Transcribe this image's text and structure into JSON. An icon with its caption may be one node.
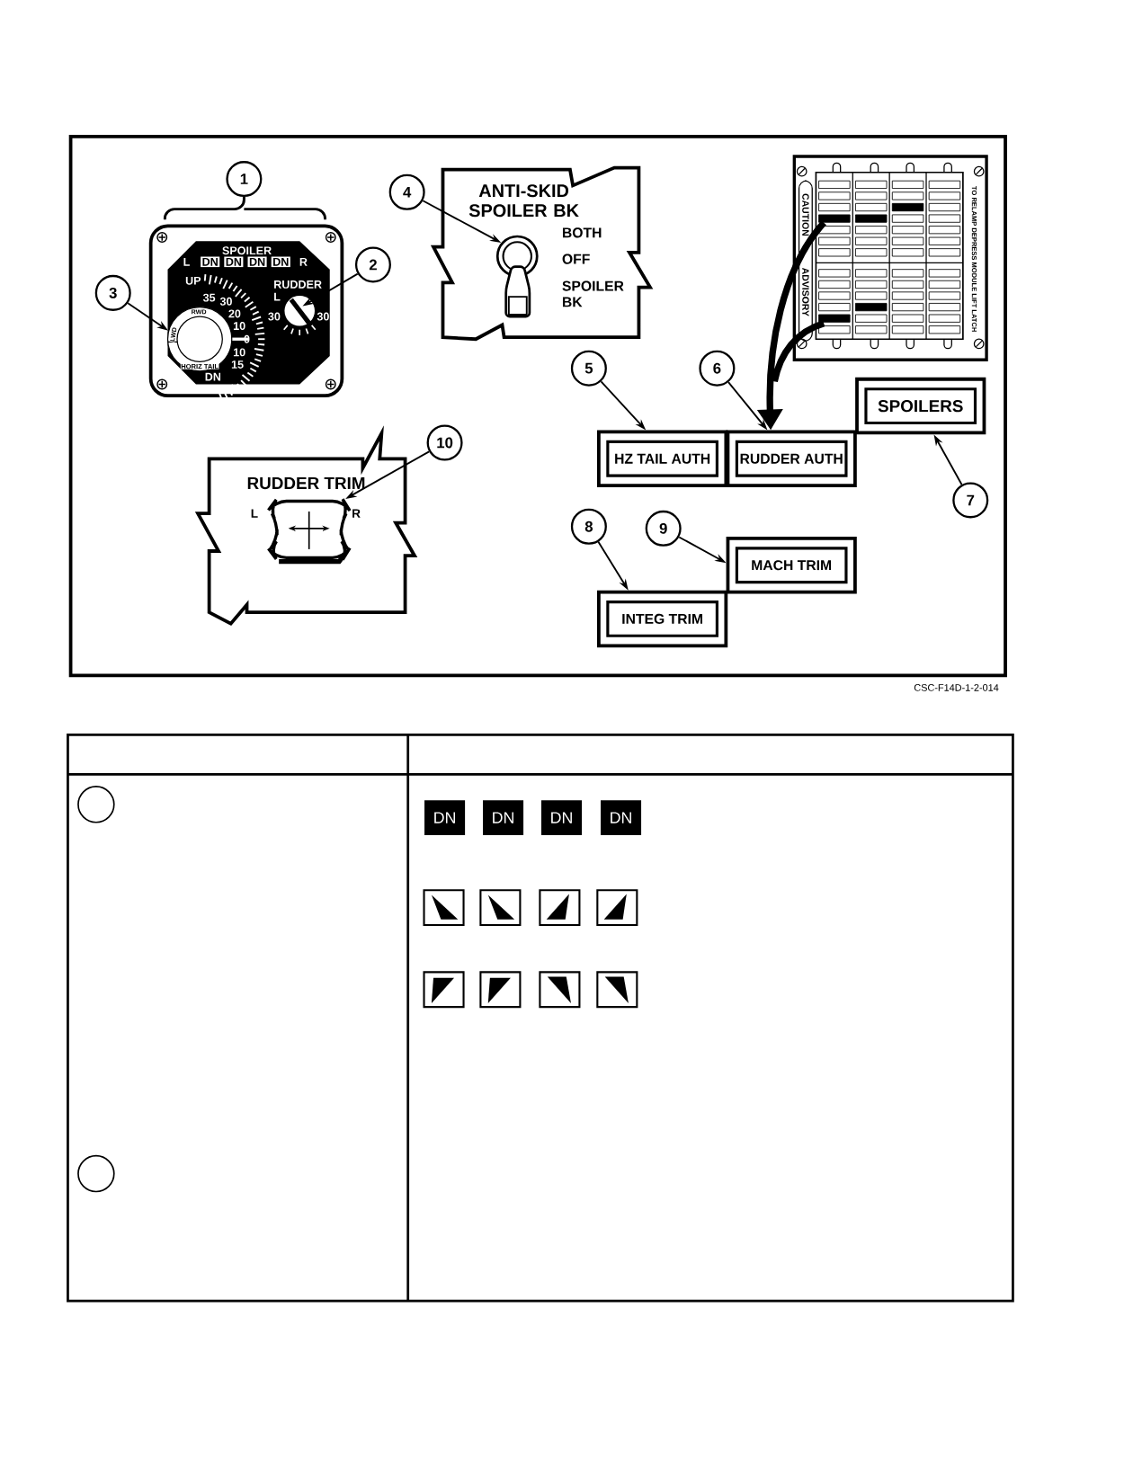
{
  "diagram": {
    "nodes": [
      {
        "text": [
          "1"
        ]
      },
      {
        "text": [
          "2"
        ]
      },
      {
        "text": [
          "3"
        ]
      },
      {
        "text": [
          "4"
        ]
      },
      {
        "text": [
          "5"
        ]
      },
      {
        "text": [
          "6"
        ]
      },
      {
        "text": [
          "7"
        ]
      },
      {
        "text": [
          "8"
        ]
      },
      {
        "text": [
          "9"
        ]
      },
      {
        "text": [
          "10"
        ]
      },
      {
        "text": [
          "HZ TAIL AUTH"
        ]
      },
      {
        "text": [
          "RUDDER AUTH"
        ]
      },
      {
        "text": [
          "SPOILERS"
        ]
      },
      {
        "text": [
          "INTEG TRIM"
        ]
      },
      {
        "text": [
          "MACH TRIM"
        ]
      },
      {
        "text": [
          "CAUTION",
          "ADVISORY",
          "TO RELAMP DEPRESS MODULE LIFT LATCH"
        ]
      },
      {
        "text": [],
        "shape": "circle"
      },
      {
        "text": [],
        "shape": "circle"
      },
      {
        "text": [],
        "shape": "switch"
      },
      {
        "text": [],
        "shape": "wheel"
      }
    ],
    "edges": [
      {
        "from": 1,
        "to": 17,
        "arrow": "to"
      },
      {
        "from": 2,
        "to": 16,
        "arrow": "to"
      },
      {
        "from": 3,
        "to": 18,
        "arrow": "to"
      },
      {
        "from": 4,
        "to": 10,
        "arrow": "to"
      },
      {
        "from": 5,
        "to": 11,
        "arrow": "to"
      },
      {
        "from": 6,
        "to": 12,
        "arrow": "to"
      },
      {
        "from": 7,
        "to": 13,
        "arrow": "to"
      },
      {
        "from": 8,
        "to": 14,
        "arrow": "to"
      },
      {
        "from": 9,
        "to": 19,
        "arrow": "to"
      },
      {
        "from": 15,
        "to": 11,
        "arrow": "to",
        "style": "thick"
      }
    ],
    "labels": [
      "SPOILER",
      "L",
      "DN",
      "DN",
      "DN",
      "DN",
      "R",
      "UP",
      "35",
      "30",
      "RUDDER",
      "L",
      "20",
      "30",
      "30",
      "RWD",
      "LWD",
      "10",
      "0",
      "10",
      "HORIZ TAIL",
      "15",
      "DN",
      "ANTI-SKID SPOILER BK",
      "BOTH",
      "OFF",
      "SPOILER BK",
      "RUDDER TRIM",
      "L",
      "R",
      "CSC-F14D-1-2-014",
      "DN",
      "DN",
      "DN",
      "DN"
    ]
  }
}
